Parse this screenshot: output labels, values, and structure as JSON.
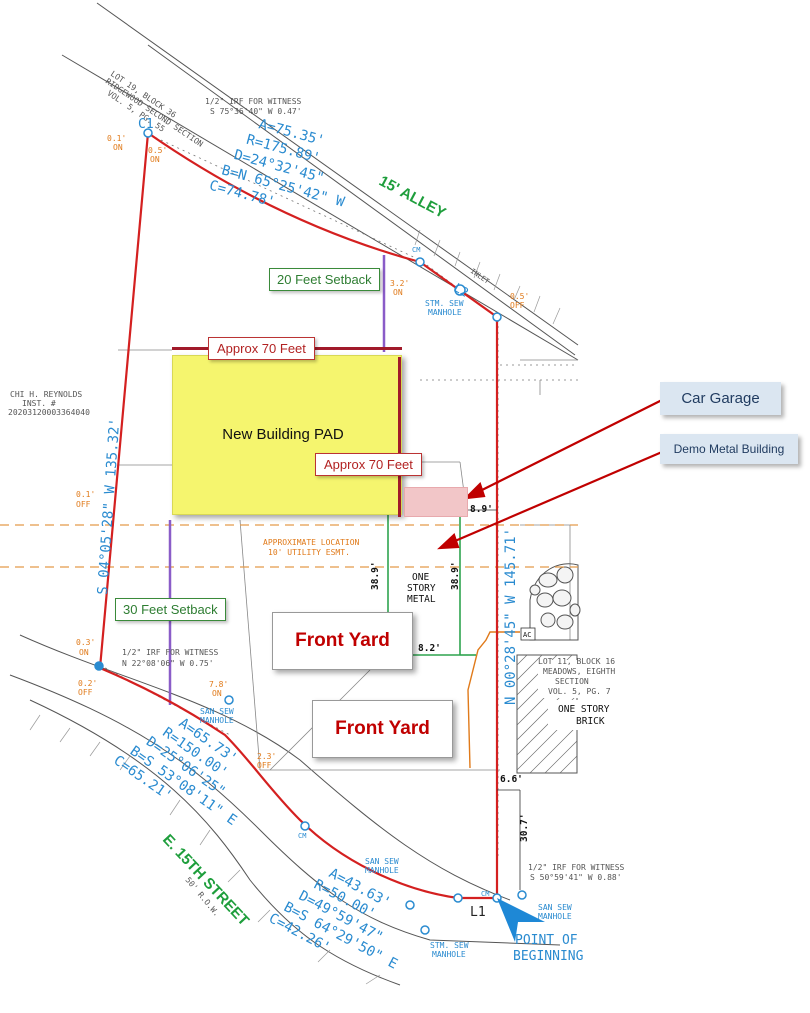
{
  "plat": {
    "lot19": {
      "l1": "LOT 19, BLOCK 36",
      "l2": "RIDGEWOOD SECOND SECTION",
      "l3": "VOL. 5, PG. 55"
    },
    "irf_top": {
      "l1": "1/2\" IRF FOR WITNESS",
      "l2": "S 75°36'40\" W 0.47'"
    },
    "curve_top": {
      "a": "A=75.35'",
      "r": "R=175.89'",
      "d": "D=24°32'45\"",
      "b": "B=N 65°25'42\" W",
      "c": "C=74.78'"
    },
    "alley": "15' ALLEY",
    "c1": "C1",
    "off_01_on": {
      "v": "0.1'",
      "s": "ON"
    },
    "off_05_on": {
      "v": "0.5'",
      "s": "ON"
    },
    "off_32_on": {
      "v": "3.2'",
      "s": "ON"
    },
    "off_05_off": {
      "v": "0.5'",
      "s": "OFF"
    },
    "off_01_off": {
      "v": "0.1'",
      "s": "OFF"
    },
    "off_03_on": {
      "v": "0.3'",
      "s": "ON"
    },
    "off_02_off": {
      "v": "0.2'",
      "s": "OFF"
    },
    "off_78_on": {
      "v": "7.8'",
      "s": "ON"
    },
    "off_23_off": {
      "v": "2.3'",
      "s": "OFF"
    },
    "cm": "CM",
    "l2": "L2",
    "inlet": "INLET",
    "stm_manhole": {
      "l1": "STM. SEW",
      "l2": "MANHOLE"
    },
    "san_manhole": {
      "l1": "SAN SEW",
      "l2": "MANHOLE"
    },
    "west_bearing": "S  04°05'28\"  W   135.32'",
    "east_bearing": "N  00°28'45\"  W   145.71'",
    "reynolds": {
      "l1": "CHI H. REYNOLDS",
      "l2": "INST. #",
      "l3": "20203120003364040"
    },
    "easement": {
      "l1": "APPROXIMATE LOCATION",
      "l2": "10' UTILITY ESMT."
    },
    "metal": {
      "l1": "ONE",
      "l2": "STORY",
      "l3": "METAL"
    },
    "dim_389": "38.9'",
    "dim_89": "8.9'",
    "dim_82": "8.2'",
    "dim_66": "6.6'",
    "dim_307": "30.7'",
    "ac": "AC",
    "lot11": {
      "l1": "LOT 11, BLOCK 16",
      "l2": "MEADOWS, EIGHTH",
      "l3": "SECTION",
      "l4": "VOL. 5, PG. 7"
    },
    "brick": {
      "l1": "ONE STORY",
      "l2": "BRICK"
    },
    "irf_mid": {
      "l1": "1/2\" IRF FOR WITNESS",
      "l2": "N 22°08'06\" W 0.75'"
    },
    "curve_mid": {
      "a": "A=65.73'",
      "r": "R=150.00'",
      "d": "D=25°06'25\"",
      "b": "B=S 53°08'11\" E",
      "c": "C=65.21'"
    },
    "street": "E. 15TH STREET",
    "row": "50' R.O.W.",
    "curve_bot": {
      "a": "A=43.63'",
      "r": "R=50.00'",
      "d": "D=49°59'47\"",
      "b": "B=S 64°29'50\" E",
      "c": "C=42.26'"
    },
    "irf_bot": {
      "l1": "1/2\" IRF FOR WITNESS",
      "l2": "S 50°59'41\" W 0.88'"
    },
    "l1": "L1",
    "pob": {
      "l1": "POINT OF",
      "l2": "BEGINNING"
    }
  },
  "overlays": {
    "setback_20": "20 Feet Setback",
    "setback_30": "30 Feet Setback",
    "approx_top": "Approx 70 Feet",
    "approx_mid": "Approx 70 Feet",
    "pad_label": "New Building PAD",
    "front_yard_1": "Front Yard",
    "front_yard_2": "Front Yard",
    "car_garage": "Car Garage",
    "demo_metal": "Demo Metal Building"
  },
  "colors": {
    "boundary": "#d42020",
    "survey_blue": "#2a8bd0",
    "street_green": "#1e9e3c",
    "offset_orange": "#e07a1a",
    "setback_purple": "#8a5cc8",
    "pad_yellow": "#f5f56e",
    "garage_pink": "#f2c6c8",
    "callout_blue": "#dbe6f1",
    "metal_green": "#2ea44f"
  }
}
